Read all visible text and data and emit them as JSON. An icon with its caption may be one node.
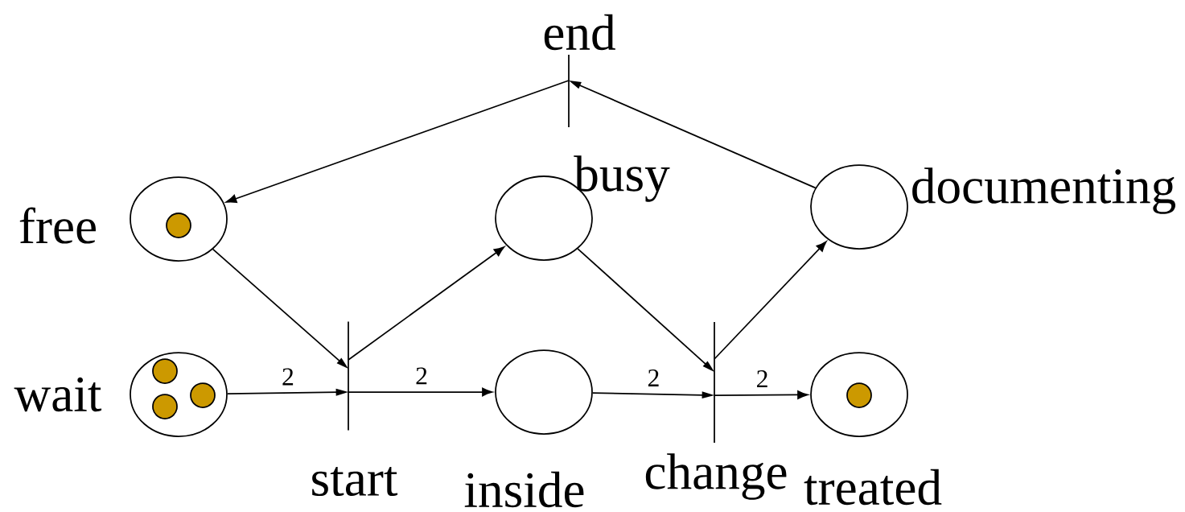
{
  "diagram": {
    "nodes": [
      {
        "text": [
          "end"
        ]
      },
      {
        "text": [
          "free"
        ]
      },
      {
        "text": [],
        "shape": "circle",
        "in": 1
      },
      {
        "text": [
          "busy"
        ]
      },
      {
        "text": [
          "documenting"
        ]
      },
      {
        "text": [
          "wait"
        ]
      },
      {
        "text": [],
        "shape": "circle",
        "in": 5
      },
      {
        "text": [],
        "shape": "circle",
        "in": 5
      },
      {
        "text": [],
        "shape": "circle",
        "in": 5
      },
      {
        "text": [
          "start"
        ]
      },
      {
        "text": [
          "inside"
        ]
      },
      {
        "text": [
          "change"
        ]
      },
      {
        "text": [
          "treated"
        ]
      },
      {
        "text": [],
        "shape": "circle",
        "in": 12
      }
    ],
    "edges": [
      {
        "from": 0,
        "to": 1,
        "arrow": "to"
      },
      {
        "from": 1,
        "to": 9,
        "arrow": "to"
      },
      {
        "from": 9,
        "to": 3,
        "arrow": "to"
      },
      {
        "from": 5,
        "to": 9,
        "arrow": "to",
        "label": "2"
      },
      {
        "from": 9,
        "to": 10,
        "arrow": "to",
        "label": "2"
      },
      {
        "from": 10,
        "to": 11,
        "arrow": "to",
        "label": "2"
      },
      {
        "from": 3,
        "to": 11,
        "arrow": "to"
      },
      {
        "from": 11,
        "to": 4,
        "arrow": "to"
      },
      {
        "from": 11,
        "to": 12,
        "arrow": "to",
        "label": "2"
      },
      {
        "from": 4,
        "to": 0,
        "arrow": "to"
      }
    ]
  }
}
